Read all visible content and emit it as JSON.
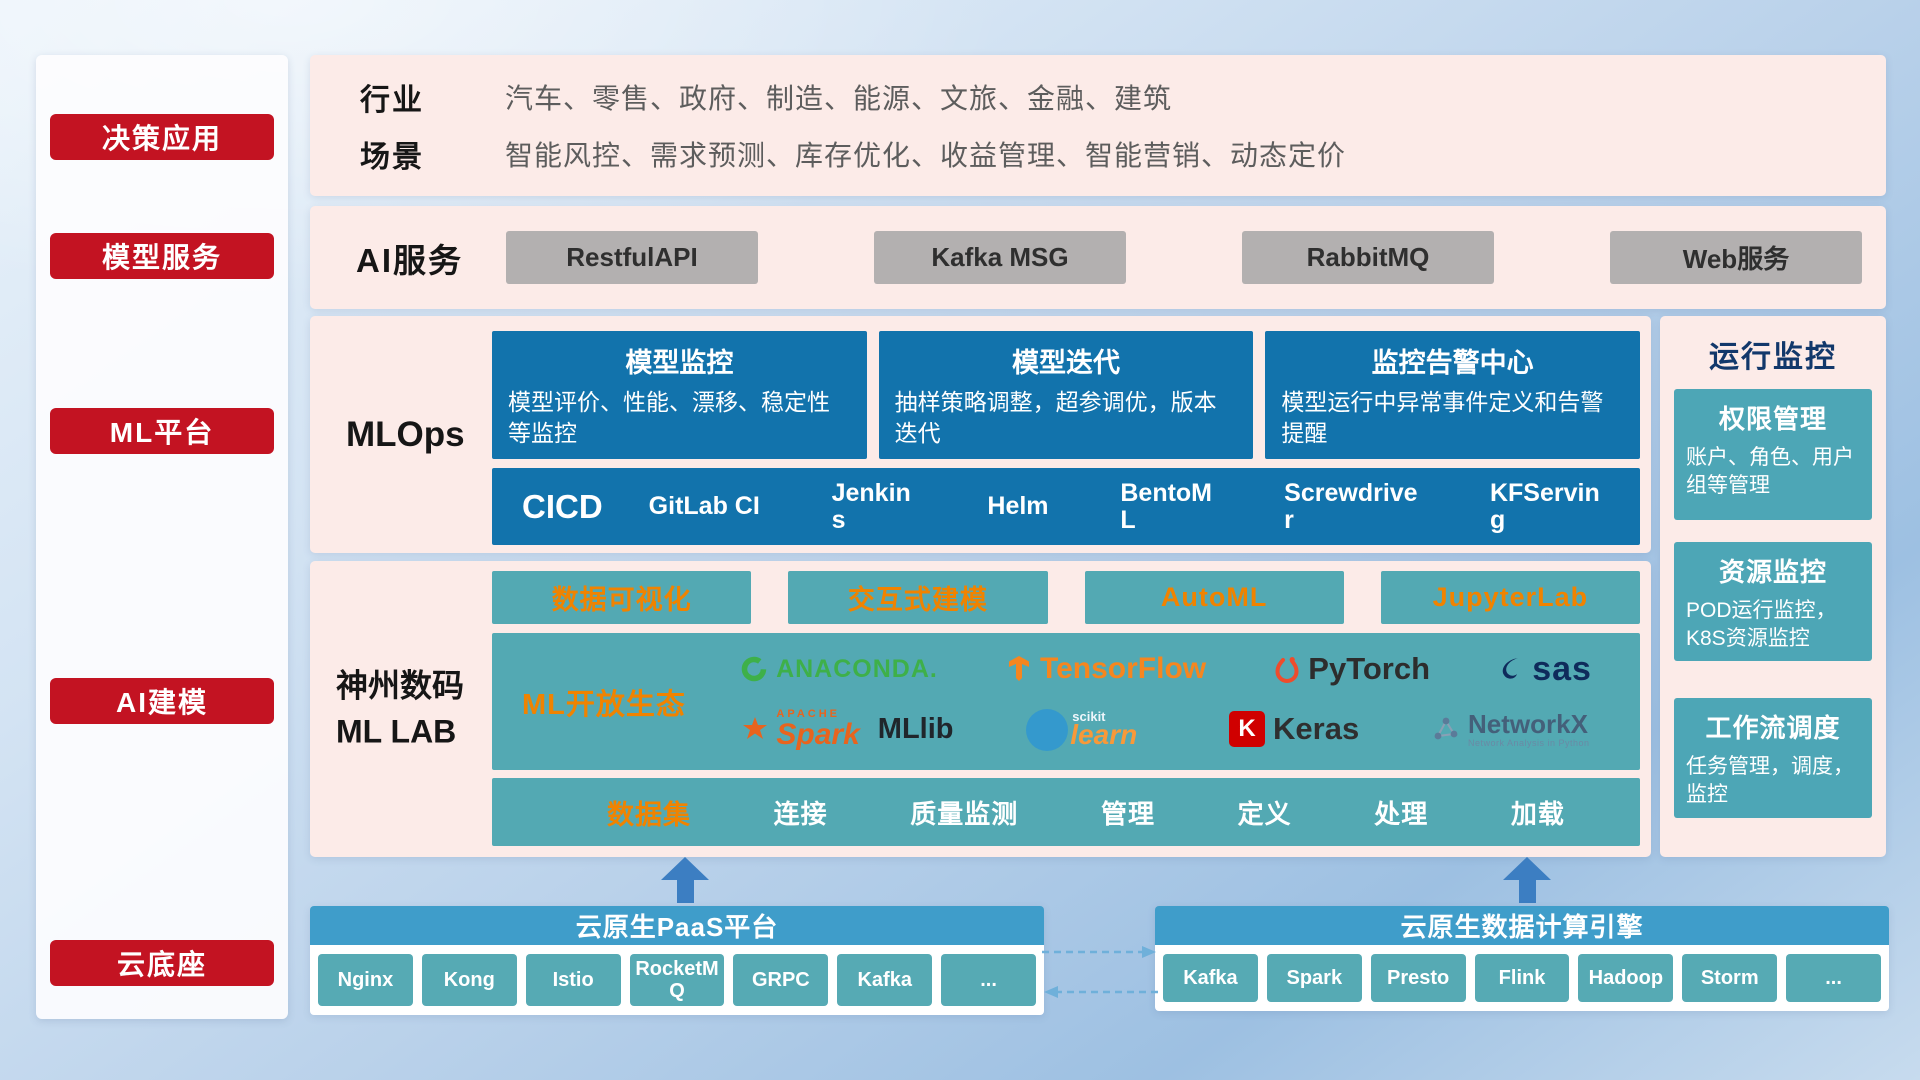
{
  "colors": {
    "accent_red": "#c31322",
    "panel_pink": "#fcebe8",
    "block_blue": "#1273ac",
    "block_teal": "#53a9b3",
    "accent_orange": "#f08300",
    "bar_blue": "#3f9dca",
    "gray_button": "#b3b0b0"
  },
  "sidebar": {
    "items": [
      {
        "label": "决策应用"
      },
      {
        "label": "模型服务"
      },
      {
        "label": "ML平台"
      },
      {
        "label": "AI建模"
      },
      {
        "label": "云底座"
      }
    ]
  },
  "industry_row": {
    "industry_label": "行业",
    "industry_text": "汽车、零售、政府、制造、能源、文旅、金融、建筑",
    "scene_label": "场景",
    "scene_text": "智能风控、需求预测、库存优化、收益管理、智能营销、动态定价"
  },
  "ai_service_row": {
    "label": "AI服务",
    "services": [
      "RestfulAPI",
      "Kafka MSG",
      "RabbitMQ",
      "Web服务"
    ]
  },
  "mlops": {
    "label": "MLOps",
    "cards": [
      {
        "title": "模型监控",
        "desc": "模型评价、性能、漂移、稳定性等监控"
      },
      {
        "title": "模型迭代",
        "desc": "抽样策略调整，超参调优，版本迭代"
      },
      {
        "title": "监控告警中心",
        "desc": "模型运行中异常事件定义和告警提醒"
      }
    ],
    "cicd_title": "CICD",
    "cicd_tools": [
      "GitLab CI",
      "Jenkins",
      "Helm",
      "BentoML",
      "Screwdriver",
      "KFServing"
    ]
  },
  "monitoring": {
    "title": "运行监控",
    "cards": [
      {
        "title": "权限管理",
        "desc": "账户、角色、用户组等管理"
      },
      {
        "title": "资源监控",
        "desc": "POD运行监控，K8S资源监控"
      },
      {
        "title": "工作流调度",
        "desc": "任务管理，调度，监控"
      }
    ]
  },
  "mllab": {
    "label_line1": "神州数码",
    "label_line2": "ML LAB",
    "top_tools": [
      "数据可视化",
      "交互式建模",
      "AutoML",
      "JupyterLab"
    ],
    "ecosystem_label": "ML开放生态",
    "logos": {
      "anaconda": "ANACONDA.",
      "tensorflow": "TensorFlow",
      "pytorch": "PyTorch",
      "sas": "sas",
      "spark_apache": "APACHE",
      "spark": "Spark",
      "mllib": "MLlib",
      "sklearn_top": "scikit",
      "sklearn": "learn",
      "keras_k": "K",
      "keras": "Keras",
      "networkx": "NetworkX",
      "networkx_sub": "Network Analysis in Python"
    },
    "dataset_label": "数据集",
    "dataset_items": [
      "连接",
      "质量监测",
      "管理",
      "定义",
      "处理",
      "加载"
    ]
  },
  "cloud_base": {
    "paas_title": "云原生PaaS平台",
    "paas_items": [
      "Nginx",
      "Kong",
      "Istio",
      "RocketMQ",
      "GRPC",
      "Kafka",
      "..."
    ],
    "engine_title": "云原生数据计算引擎",
    "engine_items": [
      "Kafka",
      "Spark",
      "Presto",
      "Flink",
      "Hadoop",
      "Storm",
      "..."
    ]
  }
}
